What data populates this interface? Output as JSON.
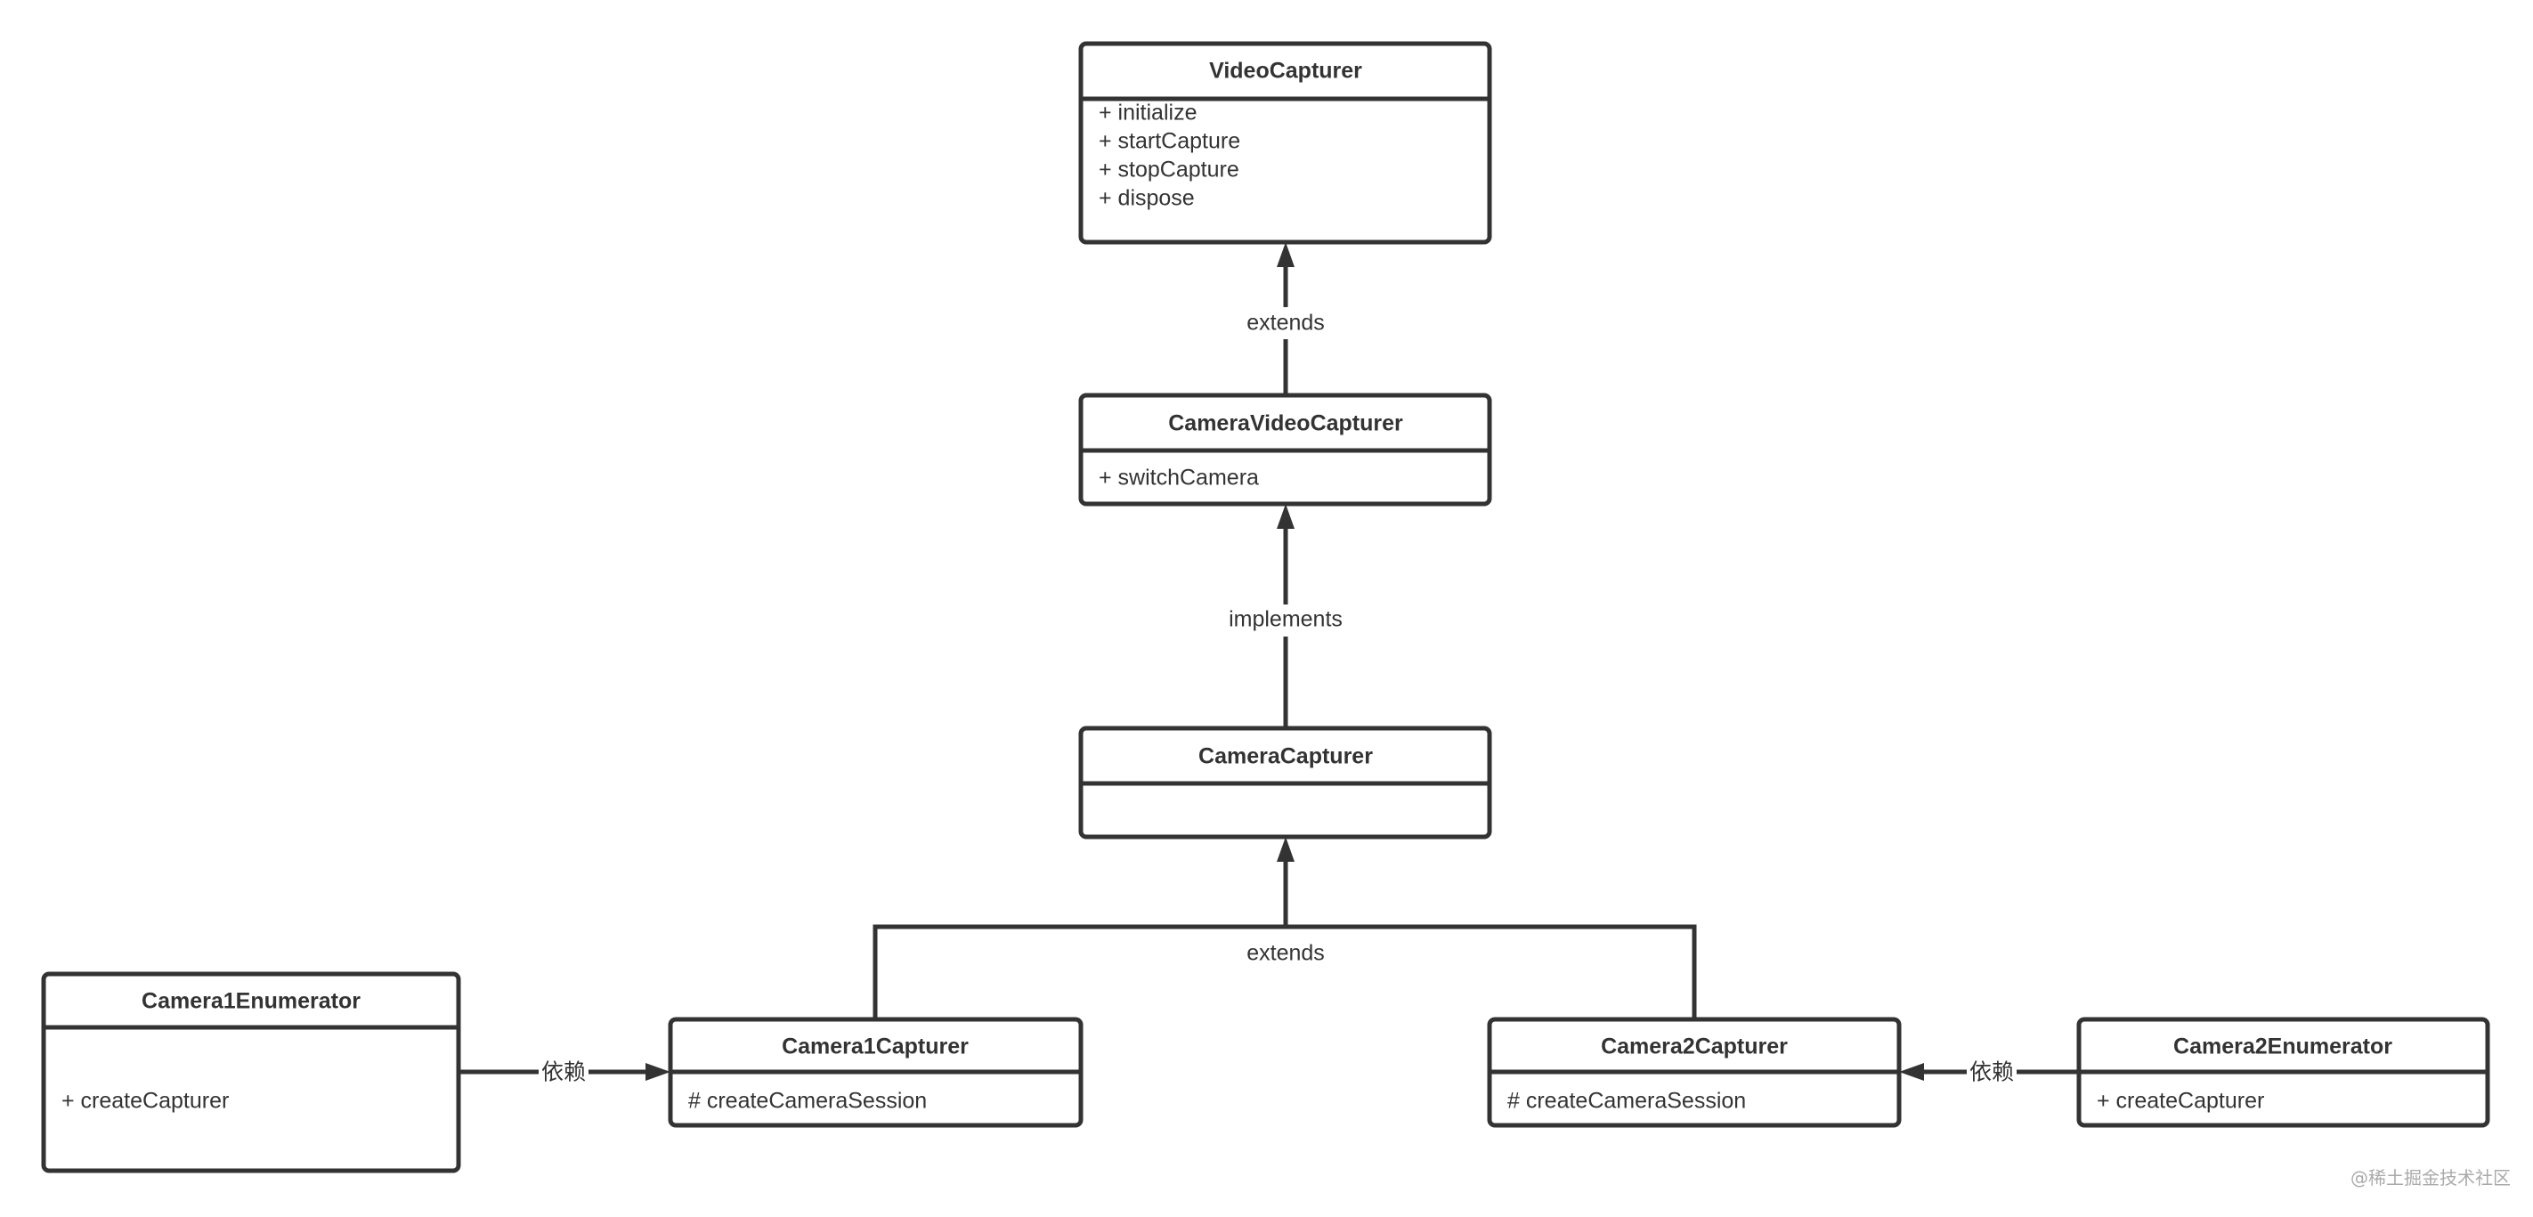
{
  "classes": {
    "video_capturer": {
      "name": "VideoCapturer",
      "members": [
        "+ initialize",
        "+ startCapture",
        "+ stopCapture",
        "+ dispose"
      ]
    },
    "camera_video_capturer": {
      "name": "CameraVideoCapturer",
      "members": [
        "+ switchCamera"
      ]
    },
    "camera_capturer": {
      "name": "CameraCapturer",
      "members": []
    },
    "camera1_capturer": {
      "name": "Camera1Capturer",
      "members": [
        "# createCameraSession"
      ]
    },
    "camera2_capturer": {
      "name": "Camera2Capturer",
      "members": [
        "# createCameraSession"
      ]
    },
    "camera1_enumerator": {
      "name": "Camera1Enumerator",
      "members": [
        "+ createCapturer"
      ]
    },
    "camera2_enumerator": {
      "name": "Camera2Enumerator",
      "members": [
        "+ createCapturer"
      ]
    }
  },
  "relations": {
    "cvc_to_vc": "extends",
    "cc_to_cvc": "implements",
    "c12_to_cc": "extends",
    "enum1_to_c1": "依赖",
    "enum2_to_c2": "依赖"
  },
  "watermark": "@稀土掘金技术社区"
}
